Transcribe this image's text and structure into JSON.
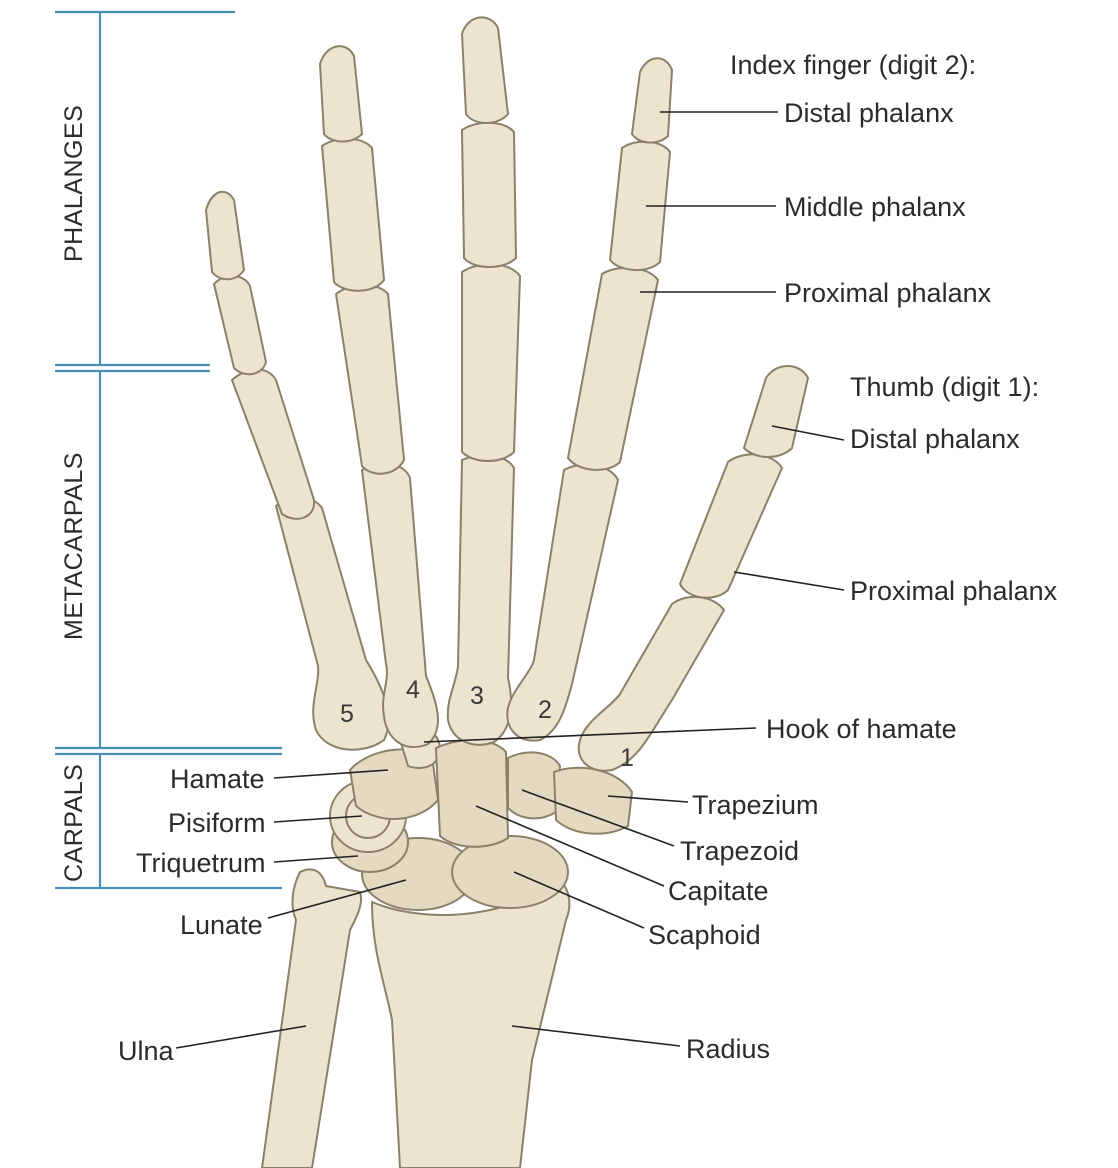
{
  "sections": {
    "phalanges": "PHALANGES",
    "metacarpals": "METACARPALS",
    "carpals": "CARPALS"
  },
  "index_finger": {
    "heading": "Index finger (digit 2):",
    "distal": "Distal phalanx",
    "middle": "Middle phalanx",
    "proximal": "Proximal phalanx"
  },
  "thumb": {
    "heading": "Thumb (digit 1):",
    "distal": "Distal phalanx",
    "proximal": "Proximal phalanx"
  },
  "carpal_bones": {
    "hook_of_hamate": "Hook of hamate",
    "hamate": "Hamate",
    "pisiform": "Pisiform",
    "triquetrum": "Triquetrum",
    "lunate": "Lunate",
    "trapezium": "Trapezium",
    "trapezoid": "Trapezoid",
    "capitate": "Capitate",
    "scaphoid": "Scaphoid"
  },
  "forearm": {
    "ulna": "Ulna",
    "radius": "Radius"
  },
  "metacarpal_numbers": {
    "m1": "1",
    "m2": "2",
    "m3": "3",
    "m4": "4",
    "m5": "5"
  },
  "colors": {
    "bone": "#ece4cf",
    "bracket": "#4a8fb8"
  }
}
